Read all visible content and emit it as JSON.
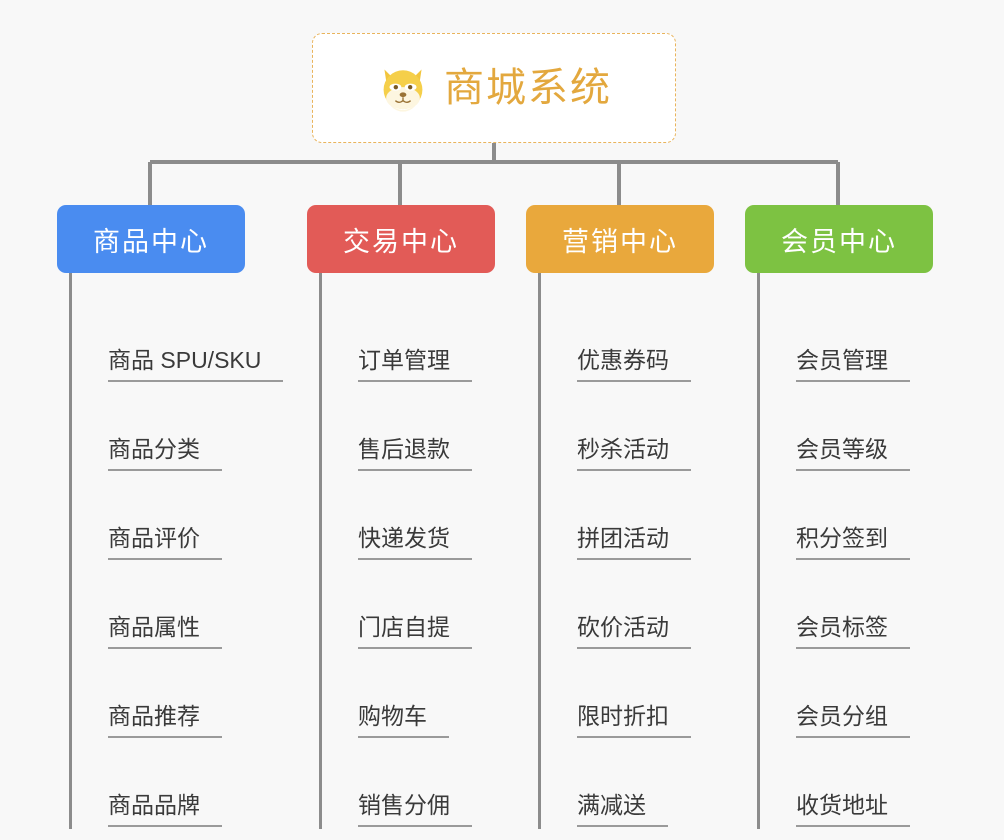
{
  "diagram": {
    "title": "商城系统",
    "background_color": "#f8f8f8",
    "root": {
      "label": "商城系统",
      "icon": "shiba-dog-face-emoji",
      "text_color": "#e3a83e",
      "border_color": "#e9b45c",
      "fill_color": "#ffffff"
    },
    "connector_color": "#8c8c8c",
    "columns": [
      {
        "id": "product-center",
        "label": "商品中心",
        "color": "#4a8cf0",
        "items": [
          "商品 SPU/SKU",
          "商品分类",
          "商品评价",
          "商品属性",
          "商品推荐",
          "商品品牌"
        ]
      },
      {
        "id": "trade-center",
        "label": "交易中心",
        "color": "#e25b57",
        "items": [
          "订单管理",
          "售后退款",
          "快递发货",
          "门店自提",
          "购物车",
          "销售分佣"
        ]
      },
      {
        "id": "marketing-center",
        "label": "营销中心",
        "color": "#e9a83c",
        "items": [
          "优惠券码",
          "秒杀活动",
          "拼团活动",
          "砍价活动",
          "限时折扣",
          "满减送"
        ]
      },
      {
        "id": "member-center",
        "label": "会员中心",
        "color": "#7dc242",
        "items": [
          "会员管理",
          "会员等级",
          "积分签到",
          "会员标签",
          "会员分组",
          "收货地址"
        ]
      }
    ]
  }
}
